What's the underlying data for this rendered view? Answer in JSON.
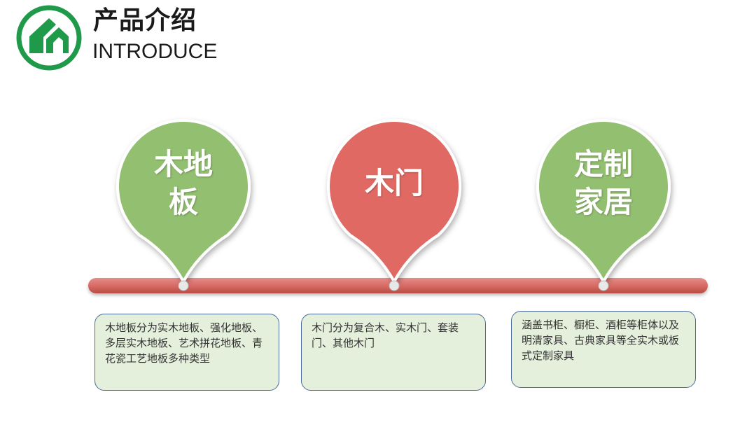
{
  "header": {
    "title_cn": "产品介绍",
    "title_en": "INTRODUCE"
  },
  "colors": {
    "green": "#93bf6f",
    "red": "#e06a63",
    "logo_green": "#1e9a4a",
    "card_bg": "#e4efdc",
    "card_border": "#4a6a9a"
  },
  "pins": [
    {
      "label": "木地\n板",
      "color": "green",
      "description": "木地板分为实木地板、强化地板、多层实木地板、艺术拼花地板、青花瓷工艺地板多种类型"
    },
    {
      "label": "木门",
      "color": "red",
      "description": "木门分为复合木、实木门、套装门、其他木门"
    },
    {
      "label": "定制\n家居",
      "color": "green",
      "description": "涵盖书柜、橱柜、酒柜等柜体以及明清家具、古典家具等全实木或板式定制家具"
    }
  ]
}
